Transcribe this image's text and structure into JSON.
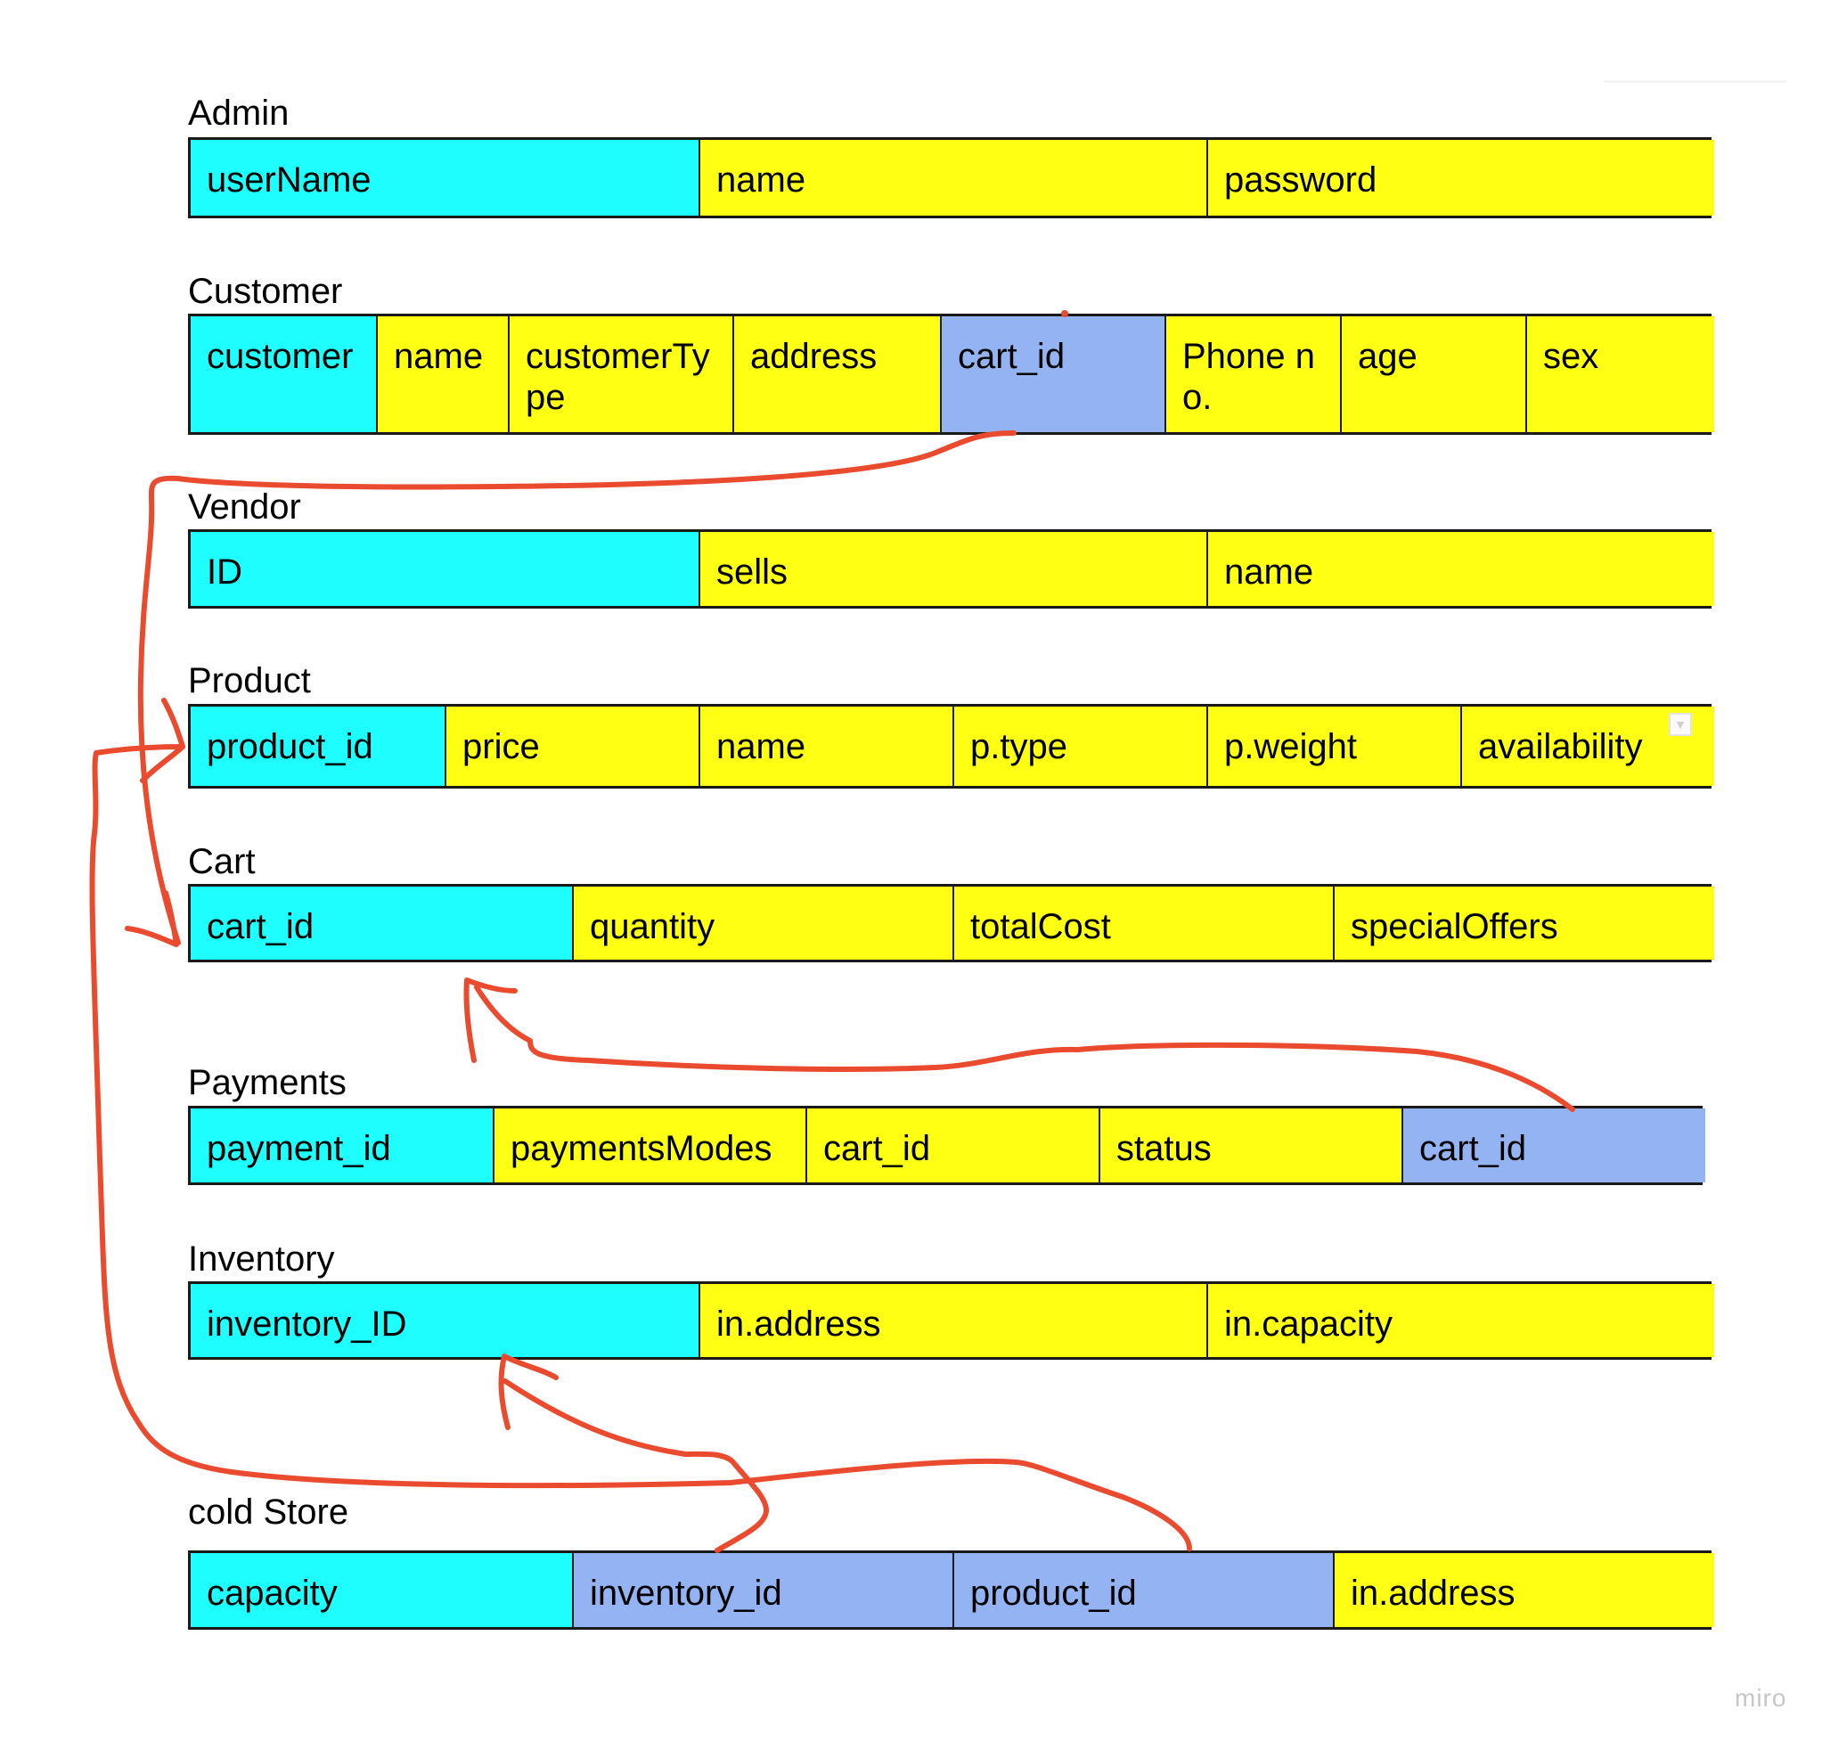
{
  "tables": [
    {
      "id": "admin",
      "title": "Admin",
      "columns": [
        {
          "label": "userName",
          "key": "pk"
        },
        {
          "label": "name",
          "key": "attr"
        },
        {
          "label": "password",
          "key": "attr"
        }
      ]
    },
    {
      "id": "customer",
      "title": "Customer",
      "columns": [
        {
          "label": "customer",
          "key": "pk"
        },
        {
          "label": "name",
          "key": "attr"
        },
        {
          "label": "customerType",
          "key": "attr"
        },
        {
          "label": "address",
          "key": "attr"
        },
        {
          "label": "cart_id",
          "key": "fk"
        },
        {
          "label": "Phone no.",
          "key": "attr"
        },
        {
          "label": "age",
          "key": "attr"
        },
        {
          "label": "sex",
          "key": "attr"
        }
      ]
    },
    {
      "id": "vendor",
      "title": "Vendor",
      "columns": [
        {
          "label": "ID",
          "key": "pk"
        },
        {
          "label": "sells",
          "key": "attr"
        },
        {
          "label": "name",
          "key": "attr"
        }
      ]
    },
    {
      "id": "product",
      "title": "Product",
      "columns": [
        {
          "label": "product_id",
          "key": "pk"
        },
        {
          "label": "price",
          "key": "attr"
        },
        {
          "label": "name",
          "key": "attr"
        },
        {
          "label": "p.type",
          "key": "attr"
        },
        {
          "label": "p.weight",
          "key": "attr"
        },
        {
          "label": "availability",
          "key": "attr"
        }
      ]
    },
    {
      "id": "cart",
      "title": "Cart",
      "columns": [
        {
          "label": "cart_id",
          "key": "pk"
        },
        {
          "label": "quantity",
          "key": "attr"
        },
        {
          "label": "totalCost",
          "key": "attr"
        },
        {
          "label": "specialOffers",
          "key": "attr"
        }
      ]
    },
    {
      "id": "payments",
      "title": "Payments",
      "columns": [
        {
          "label": "payment_id",
          "key": "pk"
        },
        {
          "label": "paymentsModes",
          "key": "attr"
        },
        {
          "label": "cart_id",
          "key": "attr"
        },
        {
          "label": "status",
          "key": "attr"
        },
        {
          "label": "cart_id",
          "key": "fk"
        }
      ]
    },
    {
      "id": "inventory",
      "title": "Inventory",
      "columns": [
        {
          "label": "inventory_ID",
          "key": "pk"
        },
        {
          "label": "in.address",
          "key": "attr"
        },
        {
          "label": "in.capacity",
          "key": "attr"
        }
      ]
    },
    {
      "id": "cold-store",
      "title": "cold Store",
      "columns": [
        {
          "label": "capacity",
          "key": "pk"
        },
        {
          "label": "inventory_id",
          "key": "fk"
        },
        {
          "label": "product_id",
          "key": "fk"
        },
        {
          "label": "in.address",
          "key": "attr"
        }
      ]
    }
  ],
  "relationships": [
    {
      "from": "customer.cart_id",
      "to": "cart.cart_id"
    },
    {
      "from": "payments.cart_id",
      "to": "cart.cart_id"
    },
    {
      "from": "cold-store.inventory_id",
      "to": "inventory.inventory_ID"
    },
    {
      "from": "cold-store.product_id",
      "to": "product.product_id"
    }
  ],
  "colors": {
    "primary_key": "#1ffefe",
    "foreign_key": "#94b3f2",
    "attribute": "#ffff14",
    "connector": "#ea4b2f"
  },
  "watermark": "miro"
}
